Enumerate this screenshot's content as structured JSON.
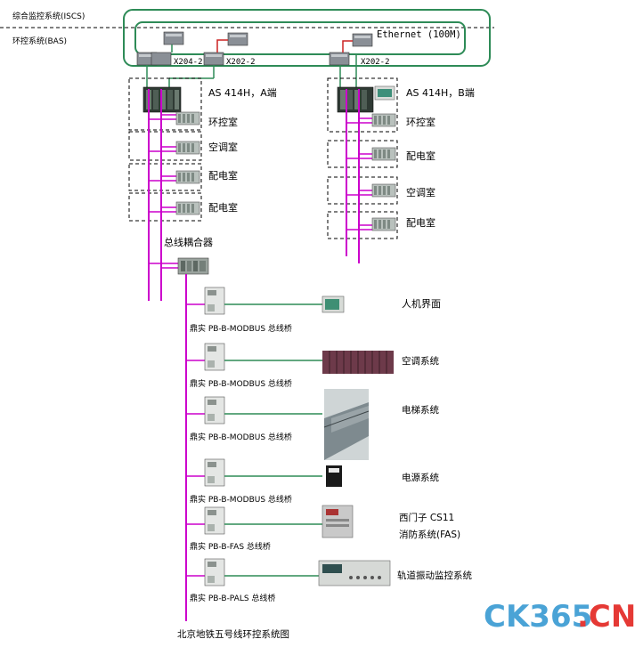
{
  "top": {
    "iscs_label": "综合监控系统(ISCS)",
    "bas_label": "环控系统(BAS)",
    "ethernet_label": "Ethernet  (100M)",
    "switch_left_1": "X204-2",
    "switch_left_2": "X202-2",
    "switch_right": "X202-2"
  },
  "plc_a": {
    "title": "AS 414H，A端",
    "rooms": [
      "环控室",
      "空调室",
      "配电室",
      "配电室"
    ]
  },
  "plc_b": {
    "title": "AS 414H，B端",
    "rooms": [
      "环控室",
      "配电室",
      "空调室",
      "配电室"
    ]
  },
  "coupler_label": "总线耦合器",
  "bridges": [
    {
      "label": "鼎实 PB-B-MODBUS 总线桥",
      "target": "人机界面"
    },
    {
      "label": "鼎实 PB-B-MODBUS 总线桥",
      "target": "空调系统"
    },
    {
      "label": "鼎实 PB-B-MODBUS 总线桥",
      "target": "电梯系统"
    },
    {
      "label": "鼎实 PB-B-MODBUS 总线桥",
      "target": "电源系统"
    },
    {
      "label": "鼎实 PB-B-FAS 总线桥",
      "target": "西门子 CS11",
      "target2": "消防系统(FAS)"
    },
    {
      "label": "鼎实 PB-B-PALS 总线桥",
      "target": "轨道振动监控系统"
    }
  ],
  "caption": "北京地铁五号线环控系统图",
  "watermark": {
    "part1": "CK365",
    "part2": ".CN"
  },
  "colors": {
    "ring": "#2e8b57",
    "bus": "#cc00cc",
    "link": "#2e8b57",
    "red": "#cc2222"
  }
}
